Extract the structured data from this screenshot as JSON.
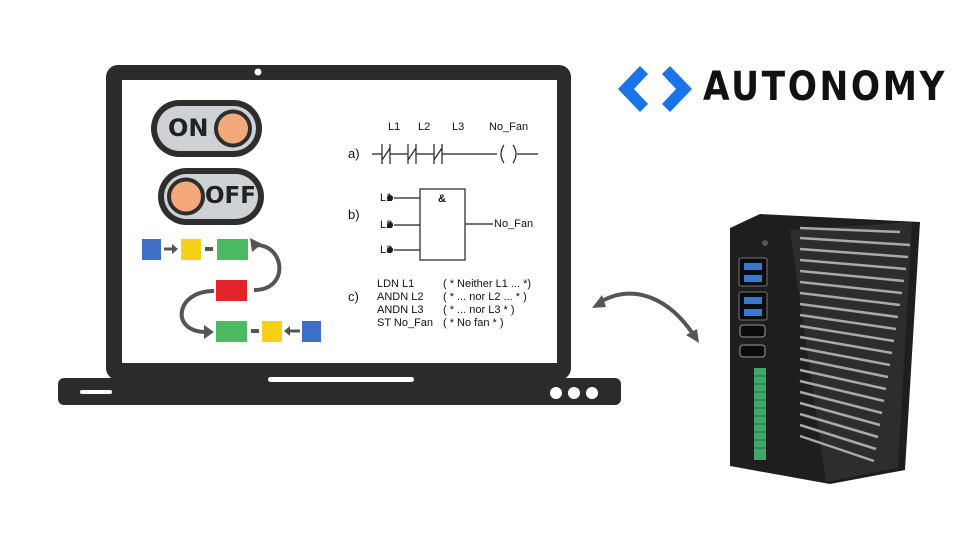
{
  "brand": {
    "name": "AUTONOMY",
    "accent_color": "#1a73e8"
  },
  "toggles": {
    "on_label": "ON",
    "off_label": "OFF"
  },
  "ladder": {
    "tag": "a)",
    "inputs": [
      "L1",
      "L2",
      "L3"
    ],
    "output": "No_Fan"
  },
  "fbd": {
    "tag": "b)",
    "gate_symbol": "&",
    "inputs": [
      "L1",
      "L2",
      "L3"
    ],
    "output": "No_Fan"
  },
  "il": {
    "tag": "c)",
    "lines": [
      {
        "instruction": "LDN L1",
        "comment": "( * Neither L1 ... *)"
      },
      {
        "instruction": "ANDN L2",
        "comment": "( * ... nor L2 ... * )"
      },
      {
        "instruction": "ANDN L3",
        "comment": "( * ... nor L3 * )"
      },
      {
        "instruction": "ST No_Fan",
        "comment": "( * No fan * )"
      }
    ]
  },
  "flow_blocks": {
    "colors": [
      "#3f6fc6",
      "#f7d117",
      "#4cb963",
      "#e3242b"
    ]
  },
  "icons": [
    "laptop-icon",
    "toggle-on-icon",
    "toggle-off-icon",
    "flowchart-icon",
    "double-arrow-icon",
    "mini-pc-icon",
    "code-brackets-icon"
  ]
}
